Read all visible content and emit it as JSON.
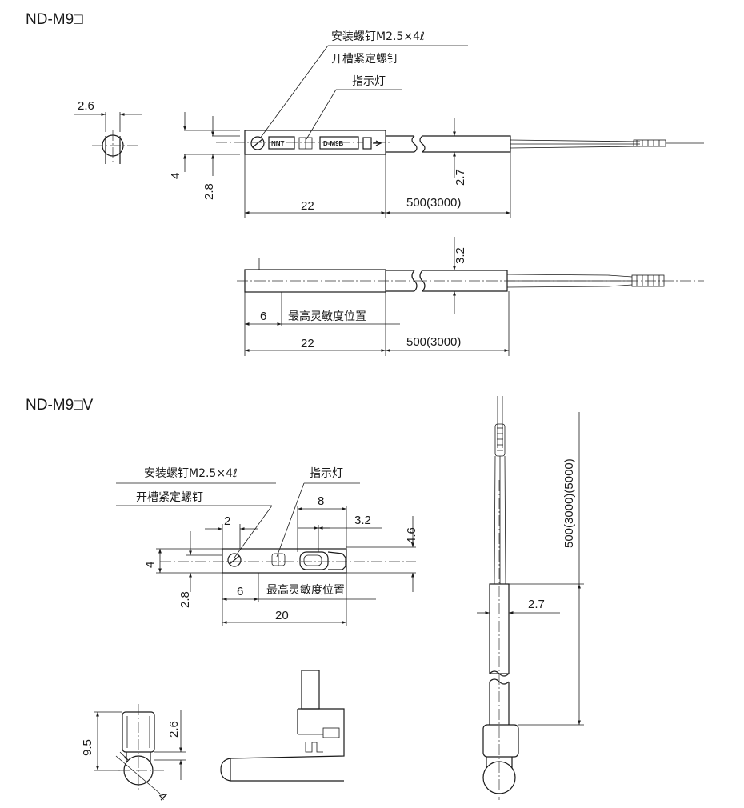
{
  "section1": {
    "title": "ND-M9□",
    "dims": {
      "width_2_6": "2.6",
      "height_4": "4",
      "height_2_8": "2.8",
      "len_22": "22",
      "cable_500": "500(3000)",
      "dia_2_7": "2.7",
      "dia_3_2": "3.2",
      "pos_6": "6",
      "len_22b": "22",
      "cable_500b": "500(3000)"
    },
    "labels": {
      "screw_line1": "安装螺钉M2.5×4ℓ",
      "screw_line2": "开槽紧定螺钉",
      "indicator": "指示灯",
      "sensitive": "最高灵敏度位置"
    },
    "body_marks": {
      "brand": "NNT",
      "model": "D-M9B"
    }
  },
  "section2": {
    "title": "ND-M9□V",
    "dims": {
      "w_2": "2",
      "w_8": "8",
      "w_3_2": "3.2",
      "h_4_6": "4.6",
      "h_4": "4",
      "h_2_8": "2.8",
      "pos_6": "6",
      "len_20": "20",
      "cable_v": "500(3000)(5000)",
      "dia_2_7": "2.7",
      "h_9_5": "9.5",
      "h_2_6": "2.6",
      "d_4": "4"
    },
    "labels": {
      "screw_line1": "安装螺钉M2.5×4ℓ",
      "screw_line2": "开槽紧定螺钉",
      "indicator": "指示灯",
      "sensitive": "最高灵敏度位置"
    }
  }
}
